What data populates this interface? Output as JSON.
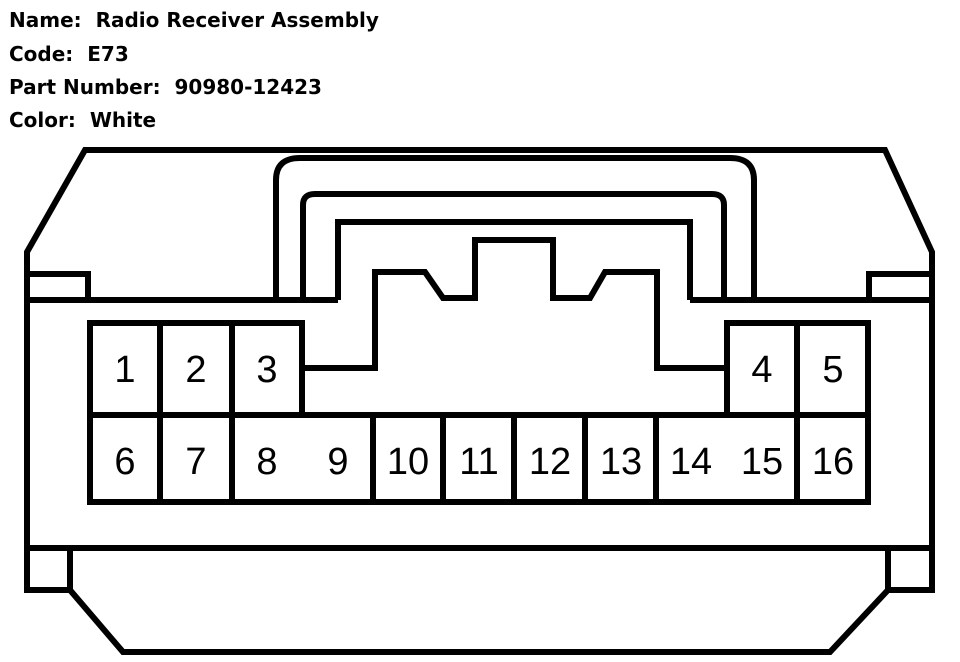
{
  "header": {
    "name_label": "Name:",
    "name_value": "Radio Receiver Assembly",
    "code_label": "Code:",
    "code_value": "E73",
    "part_label": "Part Number:",
    "part_value": "90980-12423",
    "color_label": "Color:",
    "color_value": "White"
  },
  "pins": {
    "top": [
      "1",
      "2",
      "3",
      "4",
      "5"
    ],
    "bottom": [
      "6",
      "7",
      "8",
      "9",
      "10",
      "11",
      "12",
      "13",
      "14",
      "15",
      "16"
    ]
  },
  "colors": {
    "line": "#000000",
    "background": "#ffffff"
  }
}
